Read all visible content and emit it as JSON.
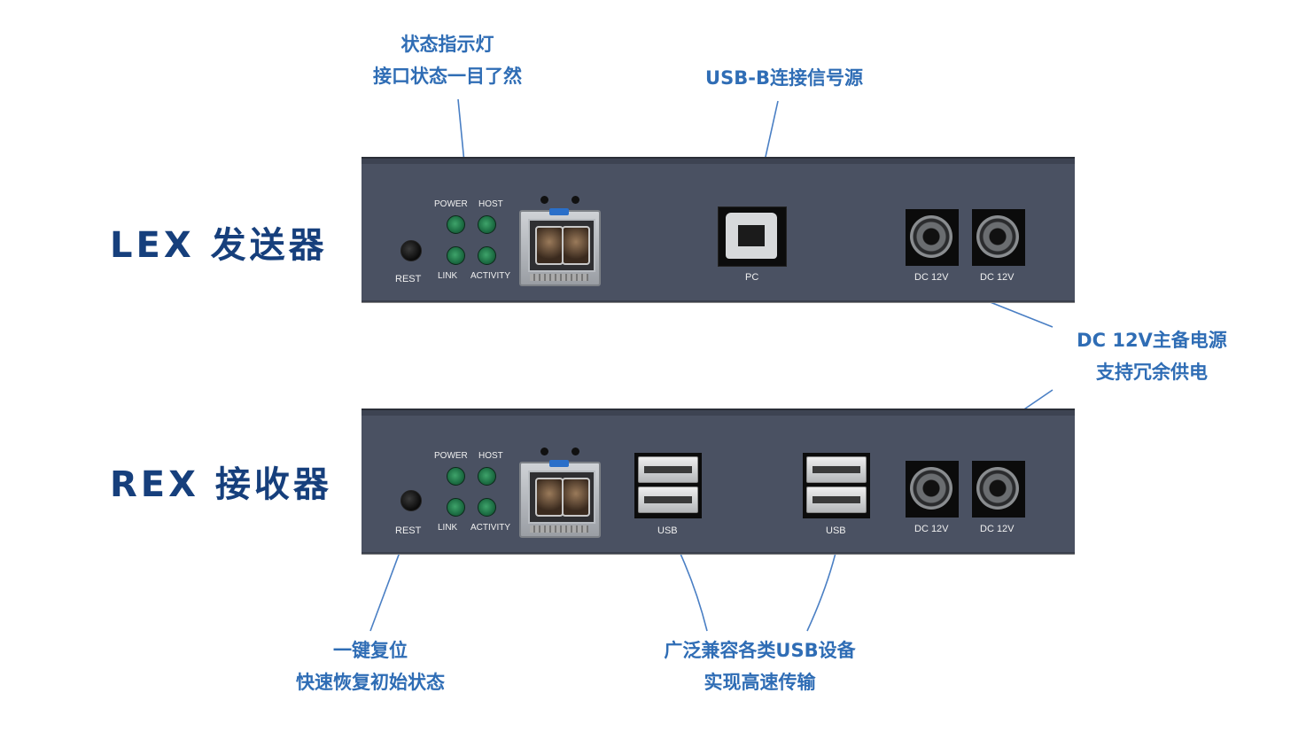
{
  "callouts": {
    "led_line1": "状态指示灯",
    "led_line2": "接口状态一目了然",
    "usbb": "USB-B连接信号源",
    "dc_line1": "DC 12V主备电源",
    "dc_line2": "支持冗余供电",
    "reset_line1": "一键复位",
    "reset_line2": "快速恢复初始状态",
    "usb_line1": "广泛兼容各类USB设备",
    "usb_line2": "实现高速传输"
  },
  "lex": {
    "title": "LEX 发送器",
    "rest": "REST",
    "power": "POWER",
    "host": "HOST",
    "link": "LINK",
    "activity": "ACTIVITY",
    "pc": "PC",
    "dc1": "DC 12V",
    "dc2": "DC 12V"
  },
  "rex": {
    "title": "REX 接收器",
    "rest": "REST",
    "power": "POWER",
    "host": "HOST",
    "link": "LINK",
    "activity": "ACTIVITY",
    "usb1": "USB",
    "usb2": "USB",
    "dc1": "DC 12V",
    "dc2": "DC 12V"
  },
  "colors": {
    "callout": "#2f6db5",
    "title": "#163f7c",
    "panel": "#4a5162",
    "led": "#1c6d43"
  },
  "icons": {
    "reset": "reset-button-icon",
    "led": "status-led-icon",
    "sfp": "sfp-fiber-port-icon",
    "usb_b": "usb-b-port-icon",
    "usb_a": "usb-a-dual-port-icon",
    "dc": "dc-power-jack-icon"
  }
}
